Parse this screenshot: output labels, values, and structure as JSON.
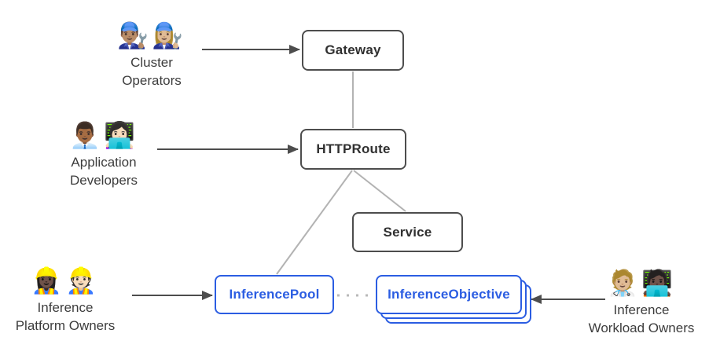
{
  "colors": {
    "node_border_gray": "#4d4d4d",
    "node_text_gray": "#303030",
    "accent_blue": "#2b5de2",
    "connector_gray": "#b3b3b3",
    "arrow_dark": "#4d4d4d",
    "background": "#ffffff"
  },
  "nodes": {
    "gateway": {
      "label": "Gateway"
    },
    "httproute": {
      "label": "HTTPRoute"
    },
    "service": {
      "label": "Service"
    },
    "inference_pool": {
      "label": "InferencePool"
    },
    "inference_objective": {
      "label": "InferenceObjective"
    }
  },
  "actors": {
    "cluster_operators": {
      "emojis": "👨🏽‍🔧👩🏼‍🔧",
      "emoji_names": "man-mechanic-icon woman-mechanic-icon",
      "line1": "Cluster",
      "line2": "Operators"
    },
    "application_developers": {
      "emojis": "👨🏾‍💼👩🏻‍💻",
      "emoji_names": "man-office-worker-icon woman-technologist-icon",
      "line1": "Application",
      "line2": "Developers"
    },
    "inference_platform_owners": {
      "emojis": "👷🏿‍♀️👷🏻",
      "emoji_names": "woman-construction-worker-icon construction-worker-icon",
      "line1": "Inference",
      "line2": "Platform Owners"
    },
    "inference_workload_owners": {
      "emojis": "🧑🏼‍⚕️🧑🏿‍💻",
      "emoji_names": "health-worker-icon technologist-icon",
      "line1": "Inference",
      "line2": "Workload Owners"
    }
  },
  "edges": [
    {
      "from": "cluster_operators",
      "to": "gateway",
      "type": "solid-arrow"
    },
    {
      "from": "application_developers",
      "to": "httproute",
      "type": "solid-arrow"
    },
    {
      "from": "inference_platform_owners",
      "to": "inference_pool",
      "type": "solid-arrow"
    },
    {
      "from": "inference_workload_owners",
      "to": "inference_objective",
      "type": "solid-arrow"
    },
    {
      "from": "gateway",
      "to": "httproute",
      "type": "plain-line"
    },
    {
      "from": "httproute",
      "to": "service",
      "type": "plain-line"
    },
    {
      "from": "httproute",
      "to": "inference_pool",
      "type": "plain-line"
    },
    {
      "from": "inference_pool",
      "to": "inference_objective",
      "type": "dotted-line"
    }
  ]
}
